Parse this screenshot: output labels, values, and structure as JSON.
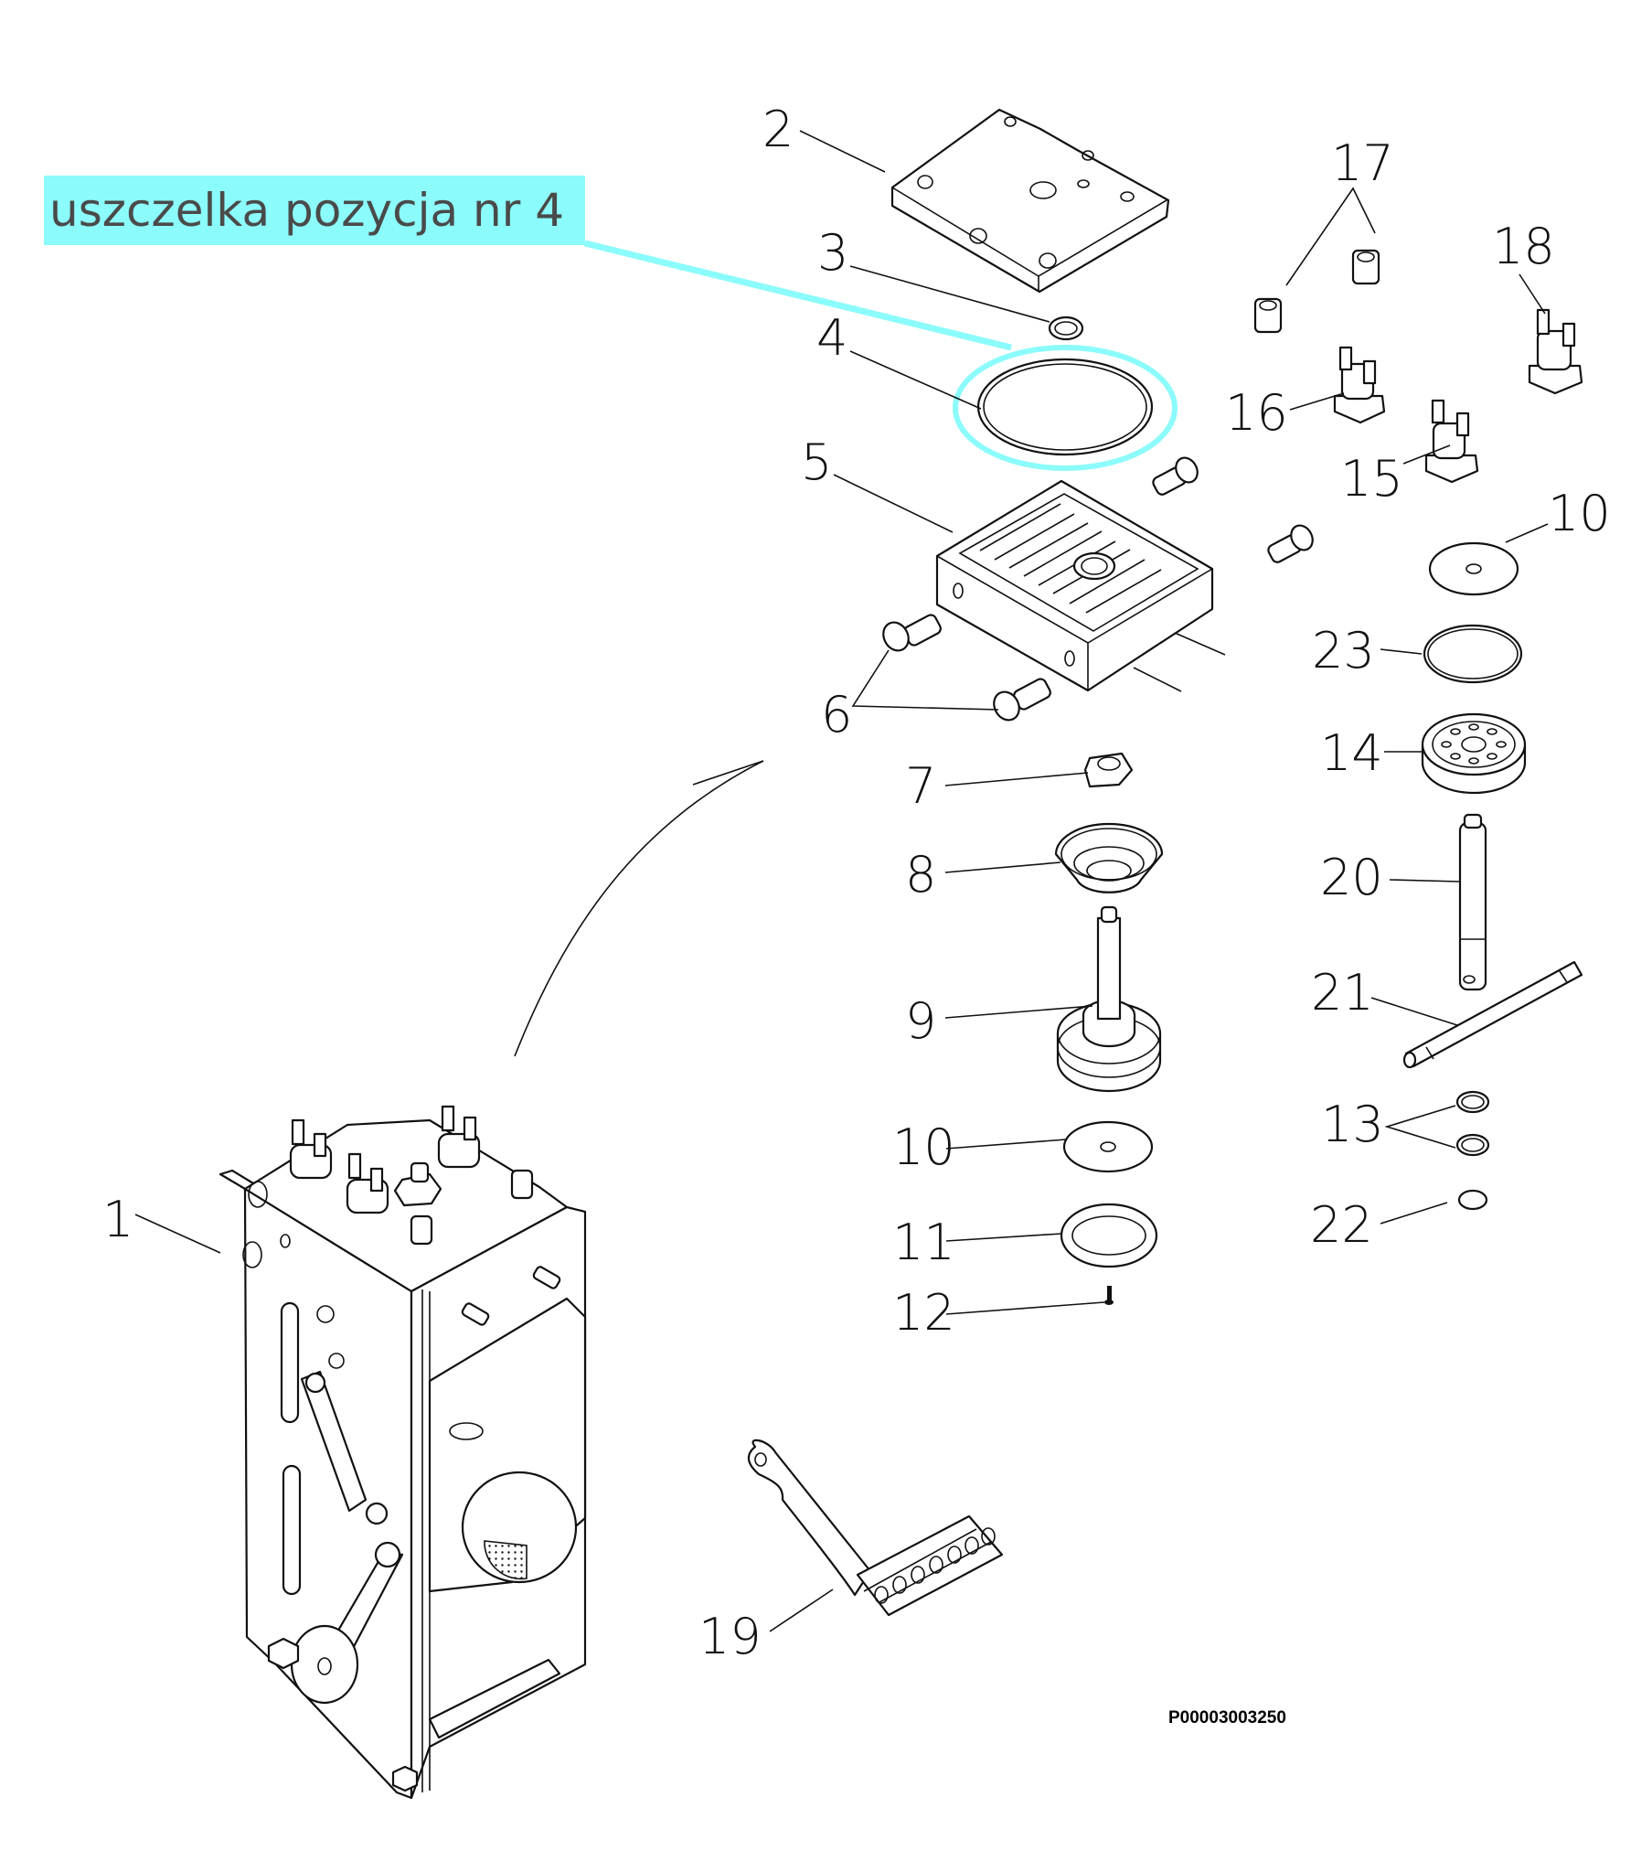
{
  "callout": {
    "text": "uszczelka pozycja nr 4",
    "highlight_color": "#8cfbfb",
    "highlighted_position": "4"
  },
  "drawing_code": "P00003003250",
  "position_labels": {
    "p1": "1",
    "p2": "2",
    "p3": "3",
    "p4": "4",
    "p5": "5",
    "p6": "6",
    "p7": "7",
    "p8": "8",
    "p9": "9",
    "p10a": "10",
    "p10b": "10",
    "p11": "11",
    "p12": "12",
    "p13": "13",
    "p14": "14",
    "p15": "15",
    "p16": "16",
    "p17": "17",
    "p18": "18",
    "p19": "19",
    "p20": "20",
    "p21": "21",
    "p22": "22",
    "p23": "23"
  }
}
